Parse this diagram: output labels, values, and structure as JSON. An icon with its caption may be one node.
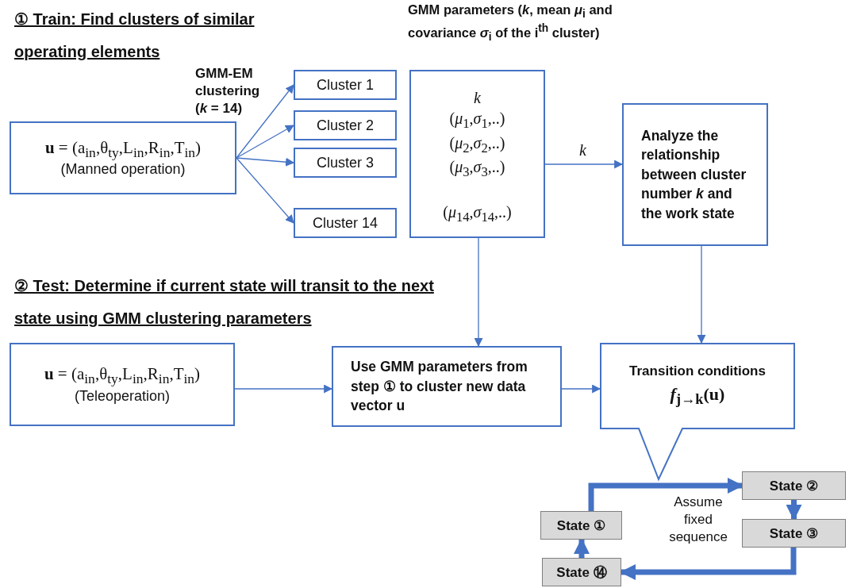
{
  "diagram": {
    "nodes": [
      {
        "text": [
          "**u** = (a$_{in}$,θ$_{ty}$,L$_{in}$,R$_{in}$,T$_{in}$)",
          "(Manned operation)"
        ]
      },
      {
        "text": [
          "Cluster 1"
        ]
      },
      {
        "text": [
          "Cluster 2"
        ]
      },
      {
        "text": [
          "Cluster 3"
        ]
      },
      {
        "text": [
          "Cluster 14"
        ]
      },
      {
        "text": [
          "GMM parameters (*k*, mean *μ*$_{i}$ and covariance *σ*$_{i}$ of the i$^{th}$ cluster)",
          "*k*",
          "(*μ*$_{1}$,*σ*$_{1}$,..)",
          "(*μ*$_{2}$,*σ*$_{2}$,..)",
          "(*μ*$_{3}$,*σ*$_{3}$,..)",
          "(*μ*$_{14}$,*σ*$_{14}$,..)"
        ]
      },
      {
        "text": [
          "Analyze the relationship between cluster number *k* and the work state"
        ]
      },
      {
        "text": [
          "**u** = (a$_{in}$,θ$_{ty}$,L$_{in}$,R$_{in}$,T$_{in}$)",
          "(Teleoperation)"
        ]
      },
      {
        "text": [
          "Use GMM parameters from step ① to cluster new data vector u"
        ]
      },
      {
        "text": [
          "Transition conditions",
          "*f*$_{j→k}$(**u**)"
        ]
      },
      {
        "text": [
          "State ①"
        ]
      },
      {
        "text": [
          "State ②"
        ]
      },
      {
        "text": [
          "State ③"
        ]
      },
      {
        "text": [
          "State ⑭"
        ]
      }
    ],
    "edges": [
      {
        "from": 0,
        "to": 1,
        "arrow": "to"
      },
      {
        "from": 0,
        "to": 2,
        "arrow": "to"
      },
      {
        "from": 0,
        "to": 3,
        "arrow": "to"
      },
      {
        "from": 0,
        "to": 4,
        "arrow": "to"
      },
      {
        "from": 5,
        "to": 6,
        "arrow": "to",
        "label": "k"
      },
      {
        "from": 5,
        "to": 8,
        "arrow": "to"
      },
      {
        "from": 6,
        "to": 9,
        "arrow": "to"
      },
      {
        "from": 7,
        "to": 8,
        "arrow": "to"
      },
      {
        "from": 8,
        "to": 9,
        "arrow": "to"
      },
      {
        "from": 10,
        "to": 11,
        "arrow": "to",
        "style": "thick"
      },
      {
        "from": 11,
        "to": 12,
        "arrow": "to",
        "style": "thick"
      },
      {
        "from": 12,
        "to": 13,
        "arrow": "to",
        "style": "thick"
      },
      {
        "from": 13,
        "to": 10,
        "arrow": "to",
        "style": "thick"
      }
    ],
    "labels": [
      "① Train: Find clusters of similar operating elements",
      "GMM-EM clustering (*k* = 14)",
      "② Test: Determine if current state will transit to the next state using GMM clustering parameters",
      "Assume fixed sequence"
    ]
  }
}
